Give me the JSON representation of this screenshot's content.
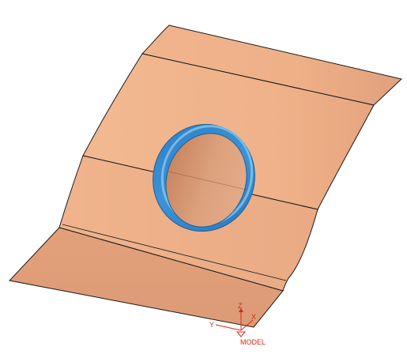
{
  "viewport": {
    "background": "#ffffff",
    "model": {
      "surface_color": "#eeaf86",
      "surface_shadow_color": "#d9977a",
      "edge_color": "#1a1a1a",
      "flange_color": "#3b8fd0",
      "flange_highlight_color": "#8fd0f5",
      "hole_color": "#d79874"
    },
    "triad": {
      "color": "#d9281c",
      "z_label": "Z",
      "y_label": "Y",
      "x_label": "X",
      "model_label": "MODEL"
    }
  }
}
